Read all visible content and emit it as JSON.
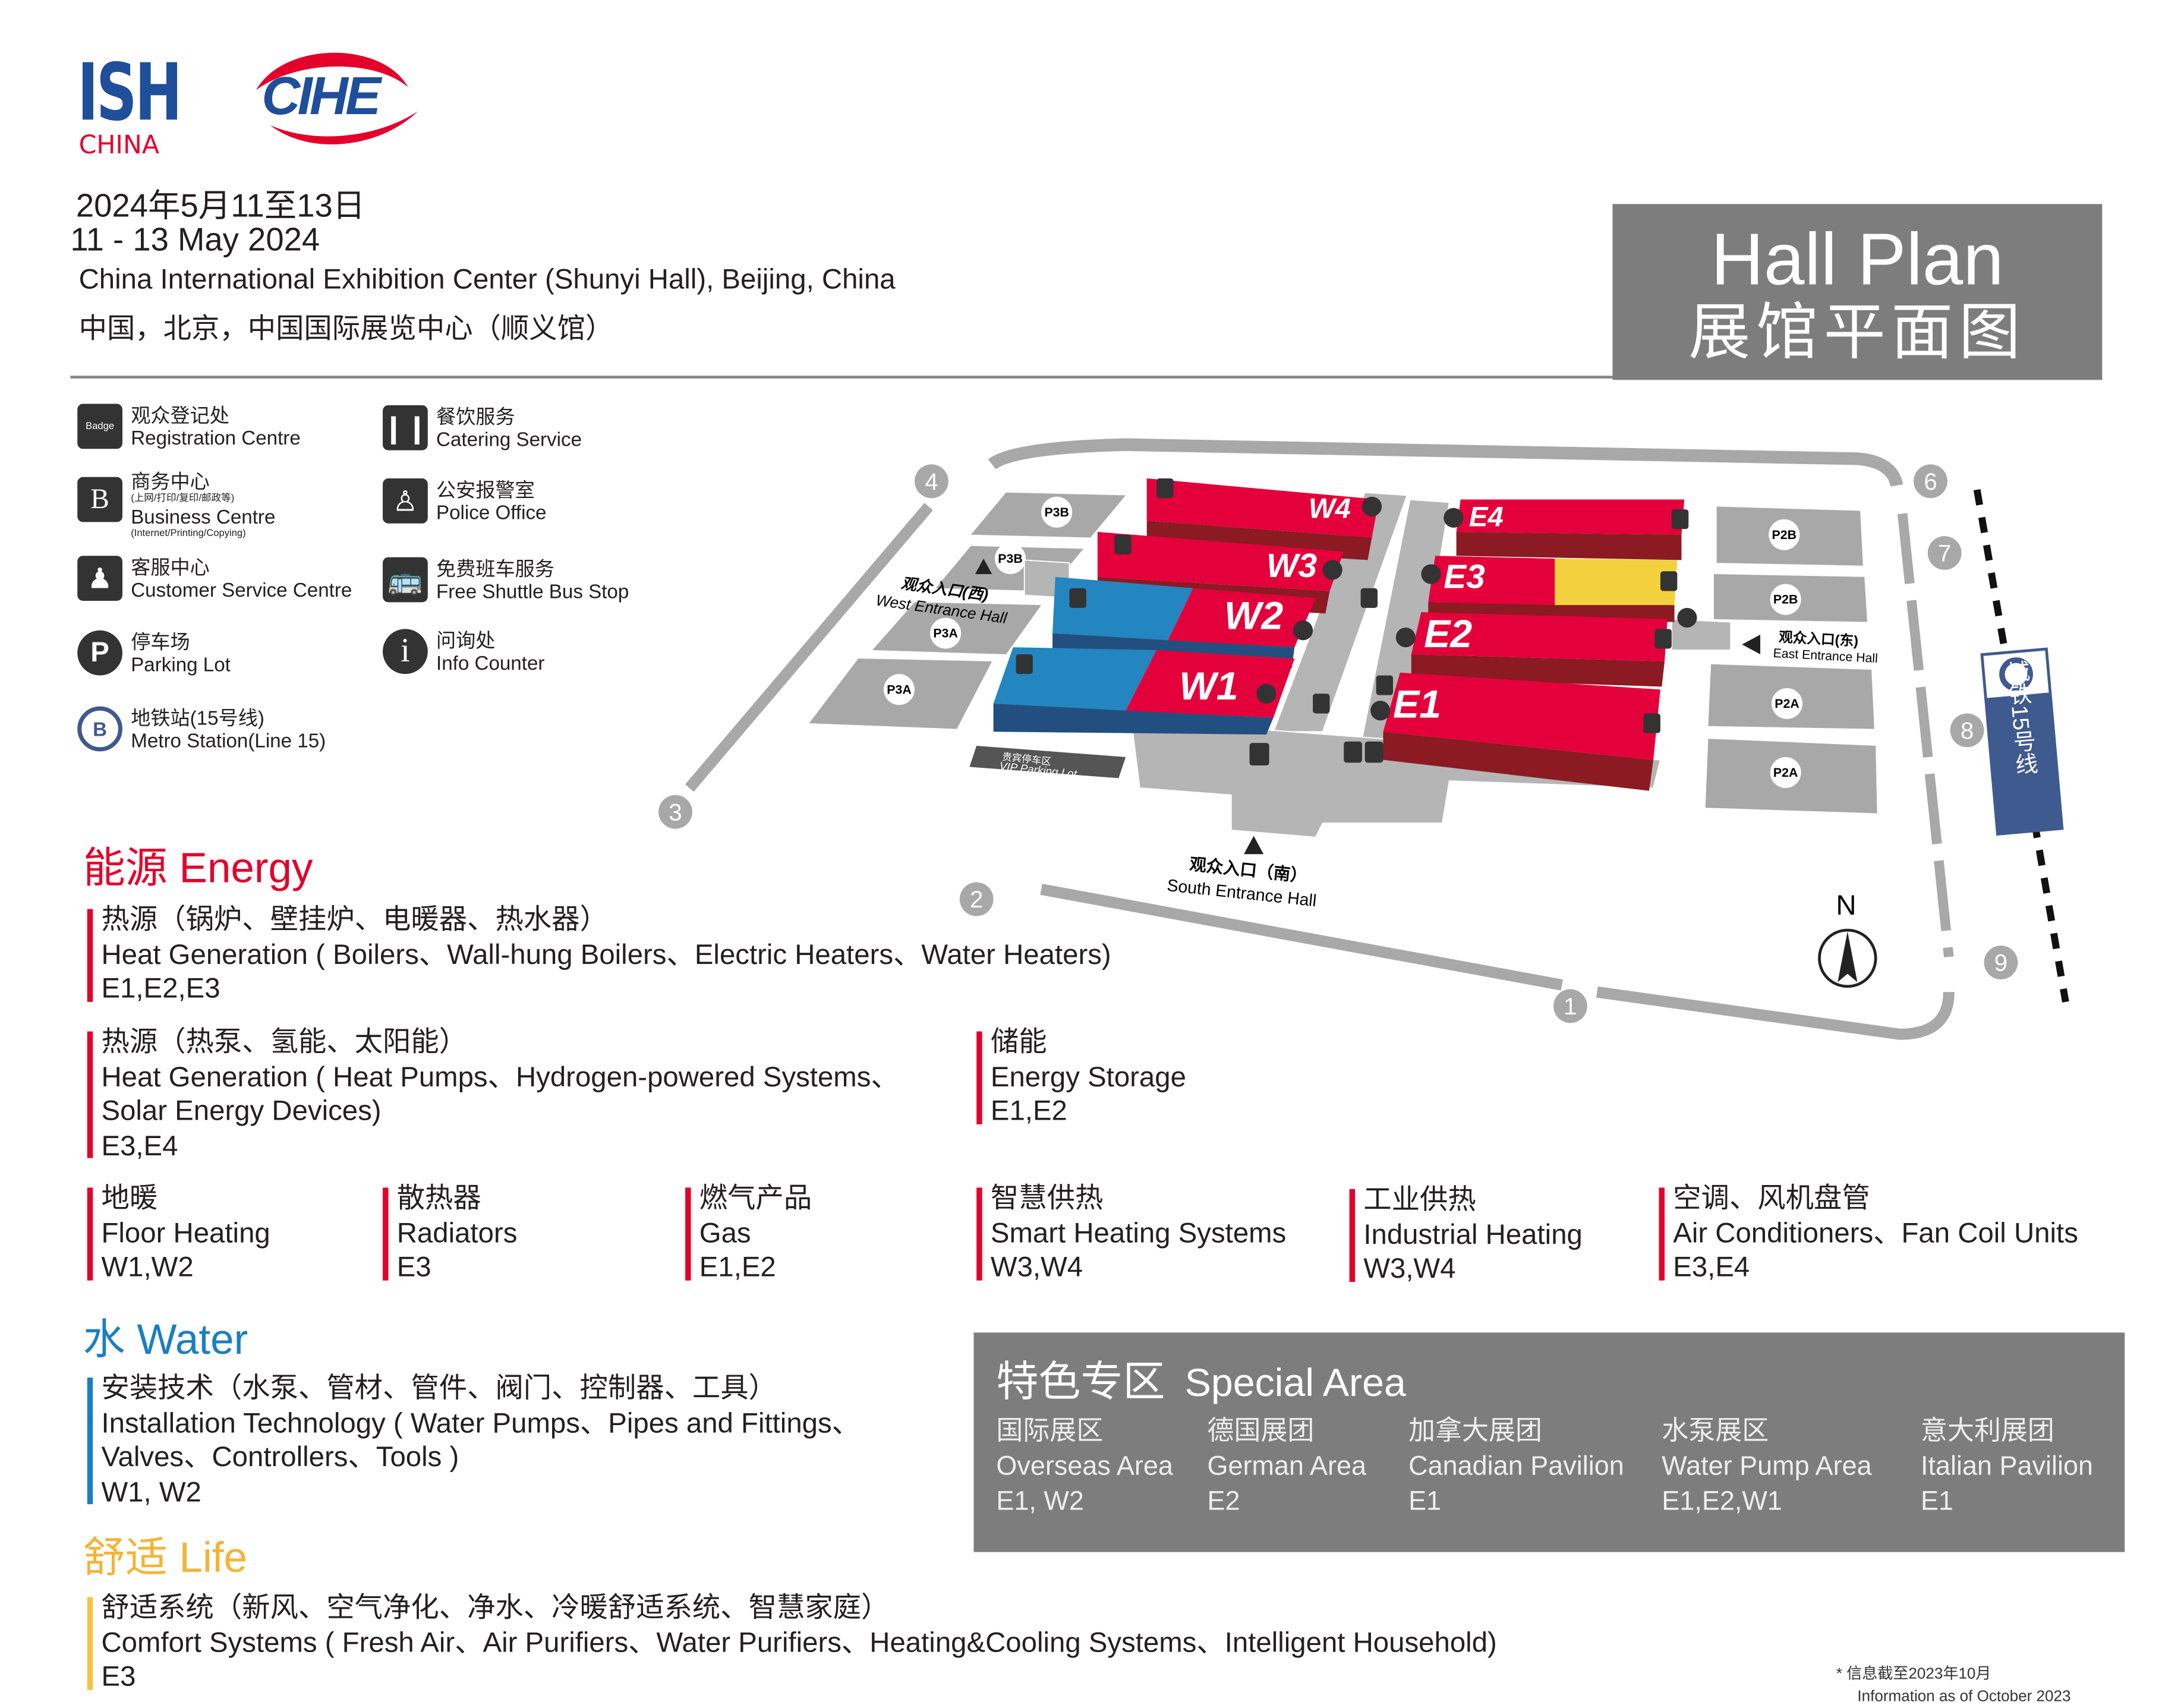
{
  "header": {
    "logo_ish": "ISH",
    "logo_china": "CHINA",
    "logo_cihe": "CIHE",
    "date_zh": "2024年5月11至13日",
    "date_en": "11 - 13  May 2024",
    "venue_en": "China International Exhibition Center (Shunyi Hall), Beijing, China",
    "venue_zh": "中国，北京，中国国际展览中心（顺义馆）",
    "title_en": "Hall Plan",
    "title_zh": "展馆平面图"
  },
  "legend": [
    {
      "icon": "badge-icon",
      "zh": "观众登记处",
      "en": "Registration Centre",
      "glyph": "Badge"
    },
    {
      "icon": "business-centre-icon",
      "zh": "商务中心",
      "zh_note": "(上网/打印/复印/邮政等)",
      "en": "Business Centre",
      "en_note": "(Internet/Printing/Copying)",
      "glyph": "B"
    },
    {
      "icon": "customer-service-icon",
      "zh": "客服中心",
      "en": "Customer Service Centre"
    },
    {
      "icon": "parking-icon",
      "zh": "停车场",
      "en": "Parking Lot",
      "glyph": "P"
    },
    {
      "icon": "metro-icon",
      "zh": "地铁站(15号线)",
      "en": "Metro Station(Line 15)"
    },
    {
      "icon": "catering-icon",
      "zh": "餐饮服务",
      "en": "Catering Service"
    },
    {
      "icon": "police-icon",
      "zh": "公安报警室",
      "en": "Police Office"
    },
    {
      "icon": "shuttle-bus-icon",
      "zh": "免费班车服务",
      "en": "Free Shuttle Bus Stop"
    },
    {
      "icon": "info-icon",
      "zh": "问询处",
      "en": "Info Counter",
      "glyph": "i"
    }
  ],
  "map": {
    "halls": [
      "W1",
      "W2",
      "W3",
      "W4",
      "E1",
      "E2",
      "E3",
      "E4"
    ],
    "parking": [
      "P3B",
      "P3B",
      "P3A",
      "P3A",
      "P2B",
      "P2B",
      "P2A",
      "P2A"
    ],
    "west_entrance_zh": "观众入口(西)",
    "west_entrance_en": "West Entrance Hall",
    "south_entrance_zh": "观众入口（南）",
    "south_entrance_en": "South Entrance Hall",
    "east_entrance_zh": "观众入口(东)",
    "east_entrance_en": "East Entrance Hall",
    "vip_zh": "贵宾停车区",
    "vip_en": "VIP Parking Lot",
    "gates": [
      "1",
      "2",
      "3",
      "4",
      "6",
      "7",
      "8",
      "9"
    ],
    "north": "N",
    "metro_label": "城铁15号线",
    "colors": {
      "hall_red": "#e4003a",
      "hall_dark": "#8b1a22",
      "hall_blue": "#2386c0",
      "hall_yellow": "#f3d03e",
      "ground": "#a8a8a8"
    }
  },
  "energy": {
    "heading": "能源 Energy",
    "blocks": [
      {
        "zh": "热源（锅炉、壁挂炉、电暖器、热水器）",
        "en": "Heat Generation ( Boilers、Wall-hung Boilers、Electric Heaters、Water Heaters)",
        "halls": "E1,E2,E3"
      },
      {
        "zh": "热源（热泵、氢能、太阳能）",
        "en": "Heat Generation ( Heat Pumps、Hydrogen-powered Systems、Solar Energy Devices)",
        "halls": "E3,E4"
      },
      {
        "zh": "储能",
        "en": "Energy Storage",
        "halls": "E1,E2"
      },
      {
        "zh": "地暖",
        "en": "Floor Heating",
        "halls": "W1,W2"
      },
      {
        "zh": "散热器",
        "en": "Radiators",
        "halls": "E3"
      },
      {
        "zh": "燃气产品",
        "en": "Gas",
        "halls": "E1,E2"
      },
      {
        "zh": "智慧供热",
        "en": "Smart Heating Systems",
        "halls": "W3,W4"
      },
      {
        "zh": "工业供热",
        "en": "Industrial Heating",
        "halls": "W3,W4"
      },
      {
        "zh": "空调、风机盘管",
        "en": "Air Conditioners、Fan Coil Units",
        "halls": "E3,E4"
      }
    ]
  },
  "water": {
    "heading": "水  Water",
    "zh": "安装技术（水泵、管材、管件、阀门、控制器、工具）",
    "en": "Installation Technology ( Water Pumps、Pipes and Fittings、Valves、Controllers、Tools )",
    "halls": "W1, W2"
  },
  "life": {
    "heading": "舒适 Life",
    "zh": "舒适系统（新风、空气净化、净水、冷暖舒适系统、智慧家庭）",
    "en": "Comfort Systems ( Fresh Air、Air Purifiers、Water Purifiers、Heating&Cooling Systems、Intelligent Household)",
    "halls": "E3"
  },
  "special": {
    "title_zh": "特色专区",
    "title_en": "Special Area",
    "items": [
      {
        "zh": "国际展区",
        "en": "Overseas Area",
        "halls": "E1, W2"
      },
      {
        "zh": "德国展团",
        "en": "German Area",
        "halls": "E2"
      },
      {
        "zh": "加拿大展团",
        "en": "Canadian Pavilion",
        "halls": "E1"
      },
      {
        "zh": "水泵展区",
        "en": "Water Pump Area",
        "halls": "E1,E2,W1"
      },
      {
        "zh": "意大利展团",
        "en": "Italian Pavilion",
        "halls": "E1"
      }
    ]
  },
  "footnote": {
    "zh": "*  信息截至2023年10月",
    "en": "Information as of October 2023"
  }
}
